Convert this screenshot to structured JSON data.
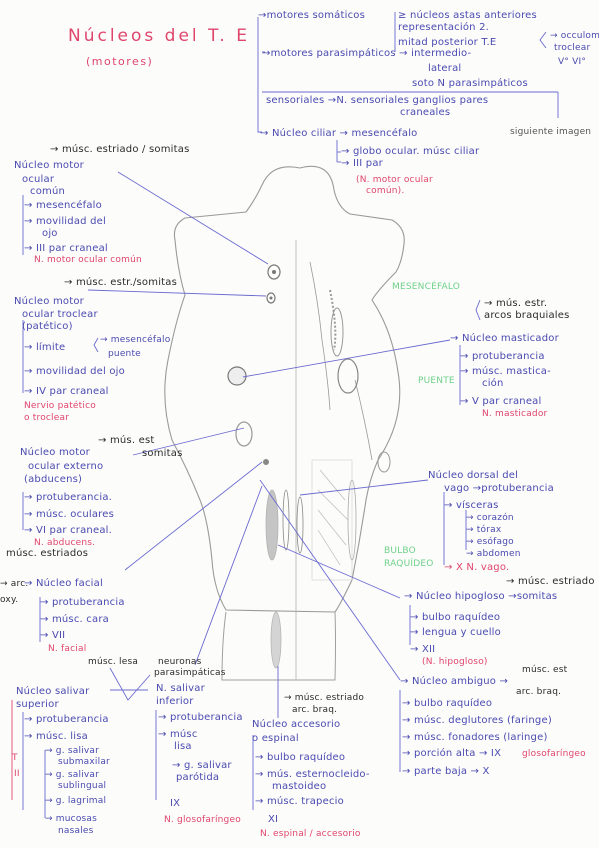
{
  "title": "Núcleos del T. E",
  "subtitle": "(motores)",
  "overview": {
    "l1": "→motores somáticos",
    "l1a": "≥ núcleos astas anteriores",
    "l1b": "representación 2.",
    "l1c": "mitad posterior T.E",
    "l1d": "→ occulomotor",
    "l1e": "troclear",
    "l1f": "V° VI°",
    "l2": "→motores parasimpáticos → intermedio-",
    "l2a": "lateral",
    "l2b": "soto N parasimpáticos",
    "l3": "sensoriales →N. sensoriales ganglios pares",
    "l3a": "craneales",
    "l3b": "siguiente imagen"
  },
  "regions": {
    "mes": "MESENCÉFALO",
    "puente": "PUENTE",
    "bulbo1": "BULBO",
    "bulbo2": "RAQUÍDEO"
  },
  "ciliar": {
    "h": "→ Núcleo ciliar → mesencéfalo",
    "a": "→ globo ocular. músc ciliar",
    "b": "→ III par",
    "n1": "(N. motor ocular",
    "n2": "común)."
  },
  "n3": {
    "top": "→ músc. estriado / somitas",
    "h1": "Núcleo motor",
    "h2": "ocular",
    "h3": "común",
    "a": "→ mesencéfalo",
    "b1": "→ movilidad del",
    "b2": "ojo",
    "c": "→ III par craneal",
    "n": "N. motor ocular común"
  },
  "n4": {
    "top": "→ músc. estr./somitas",
    "h1": "Núcleo motor",
    "h2": "ocular troclear",
    "h3": "(patético)",
    "a": "→ límite",
    "a1": "→ mesencéfalo",
    "a2": "puente",
    "b": "→ movilidad del ojo",
    "c": "→ IV par craneal",
    "n1": "Nervio patético",
    "n2": "o troclear"
  },
  "n5": {
    "top1": "→ mús. estr.",
    "top2": "arcos braquiales",
    "h": "→ Núcleo masticador",
    "a": "→ protuberancia",
    "b1": "→ músc. mastica-",
    "b2": "ción",
    "c": "→ V par craneal",
    "n": "N. masticador"
  },
  "n6": {
    "top1": "→ mús. est",
    "top2": "somitas",
    "h1": "Núcleo motor",
    "h2": "ocular externo",
    "h3": "(abducens)",
    "a": "→ protuberancia.",
    "b": "→ músc. oculares",
    "c": "→ VI par craneal.",
    "n": "N. abducens."
  },
  "vago": {
    "h": "Núcleo dorsal del",
    "h2": "vago →protuberancia",
    "a": "→ vísceras",
    "a1": "→ corazón",
    "a2": "→ tórax",
    "a3": "→ esófago",
    "a4": "→ abdomen",
    "b": "→ X N. vago."
  },
  "n7": {
    "top": "músc. estriados",
    "h": "→ Núcleo facial",
    "a": "→ protuberancia",
    "b": "→ músc. cara",
    "c": "→ VII",
    "n": "N. facial"
  },
  "n12": {
    "top": "→ músc. estriado",
    "h": "→ Núcleo hipogloso →somitas",
    "a": "→ bulbo raquídeo",
    "b": "→ lengua y cuello",
    "c": "→ XII",
    "n": "(N. hipogloso)"
  },
  "salsup": {
    "lesa": "músc. lesa",
    "h1": "Núcleo salivar",
    "h2": "superior",
    "a": "→ protuberancia",
    "b": "→ músc. lisa",
    "b1": "→ g. salivar",
    "b1b": "submaxilar",
    "b2": "→ g. salivar",
    "b2b": "sublingual",
    "b3": "→ g. lagrimal",
    "b4": "→ mucosas",
    "b4b": "nasales",
    "side1": "→ arc.",
    "side2": "oxy.",
    "side3": "T",
    "side4": "II"
  },
  "salinf": {
    "top1": "neuronas",
    "top2": "parasimpáticas",
    "h1": "N. salivar",
    "h2": "inferior",
    "a": "→ protuberancia",
    "b1": "→ músc",
    "b2": "lisa",
    "c1": "→ g. salivar",
    "c2": "parótida",
    "d": "IX",
    "n": "N. glosofaríngeo"
  },
  "espinal": {
    "top1": "→ músc. estriado",
    "top2": "arc. braq.",
    "h1": "Núcleo accesorio",
    "h2": "o espinal",
    "a": "→ bulbo raquídeo",
    "b1": "→ mús. esternocleido-",
    "b2": "mastoideo",
    "c": "→ músc. trapecio",
    "d": "XI",
    "n": "N. espinal / accesorio"
  },
  "ambiguo": {
    "top1": "músc. est",
    "top2": "arc. braq.",
    "h": "→ Núcleo ambiguo →",
    "a": "→ bulbo raquídeo",
    "b": "→ músc. deglutores (faringe)",
    "c": "→ músc. fonadores (laringe)",
    "d": "→ porción alta → IX",
    "dn": "glosofaríngeo",
    "e": "→ parte baja → X"
  },
  "colors": {
    "ink": "#4a4ab0",
    "pink": "#e0456c",
    "green": "#6fd08a",
    "pencil": "#555555"
  }
}
